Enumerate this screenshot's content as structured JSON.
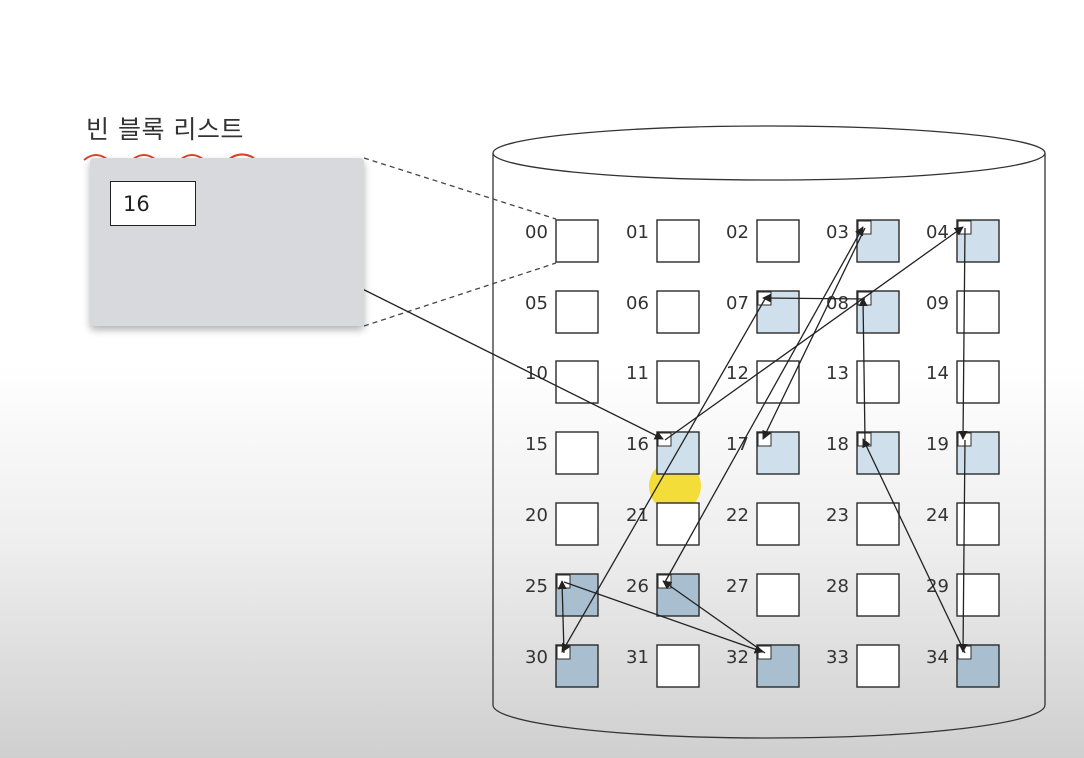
{
  "free_list": {
    "title": "빈 블록 리스트",
    "head": "16"
  },
  "colors": {
    "free_block": "#cfe0ec",
    "free_block_dark": "#a9bfd0",
    "empty_block": "#ffffff",
    "highlight": "#f3dc25",
    "annotation": "#d9432f"
  },
  "blocks": [
    {
      "id": "00",
      "free": false
    },
    {
      "id": "01",
      "free": false
    },
    {
      "id": "02",
      "free": false
    },
    {
      "id": "03",
      "free": true
    },
    {
      "id": "04",
      "free": true
    },
    {
      "id": "05",
      "free": false
    },
    {
      "id": "06",
      "free": false
    },
    {
      "id": "07",
      "free": true
    },
    {
      "id": "08",
      "free": true
    },
    {
      "id": "09",
      "free": false
    },
    {
      "id": "10",
      "free": false
    },
    {
      "id": "11",
      "free": false
    },
    {
      "id": "12",
      "free": false
    },
    {
      "id": "13",
      "free": false
    },
    {
      "id": "14",
      "free": false
    },
    {
      "id": "15",
      "free": false
    },
    {
      "id": "16",
      "free": true
    },
    {
      "id": "17",
      "free": true
    },
    {
      "id": "18",
      "free": true
    },
    {
      "id": "19",
      "free": true
    },
    {
      "id": "20",
      "free": false
    },
    {
      "id": "21",
      "free": false
    },
    {
      "id": "22",
      "free": false
    },
    {
      "id": "23",
      "free": false
    },
    {
      "id": "24",
      "free": false
    },
    {
      "id": "25",
      "free": true
    },
    {
      "id": "26",
      "free": true
    },
    {
      "id": "27",
      "free": false
    },
    {
      "id": "28",
      "free": false
    },
    {
      "id": "29",
      "free": false
    },
    {
      "id": "30",
      "free": true
    },
    {
      "id": "31",
      "free": false
    },
    {
      "id": "32",
      "free": true
    },
    {
      "id": "33",
      "free": false
    },
    {
      "id": "34",
      "free": true
    }
  ],
  "links": [
    [
      "head",
      "16"
    ],
    [
      "16",
      "04"
    ],
    [
      "04",
      "19"
    ],
    [
      "19",
      "34"
    ],
    [
      "34",
      "18"
    ],
    [
      "18",
      "08"
    ],
    [
      "08",
      "07"
    ],
    [
      "07",
      "30"
    ],
    [
      "30",
      "25"
    ],
    [
      "25",
      "32"
    ],
    [
      "32",
      "26"
    ],
    [
      "26",
      "03"
    ],
    [
      "03",
      "17"
    ]
  ]
}
